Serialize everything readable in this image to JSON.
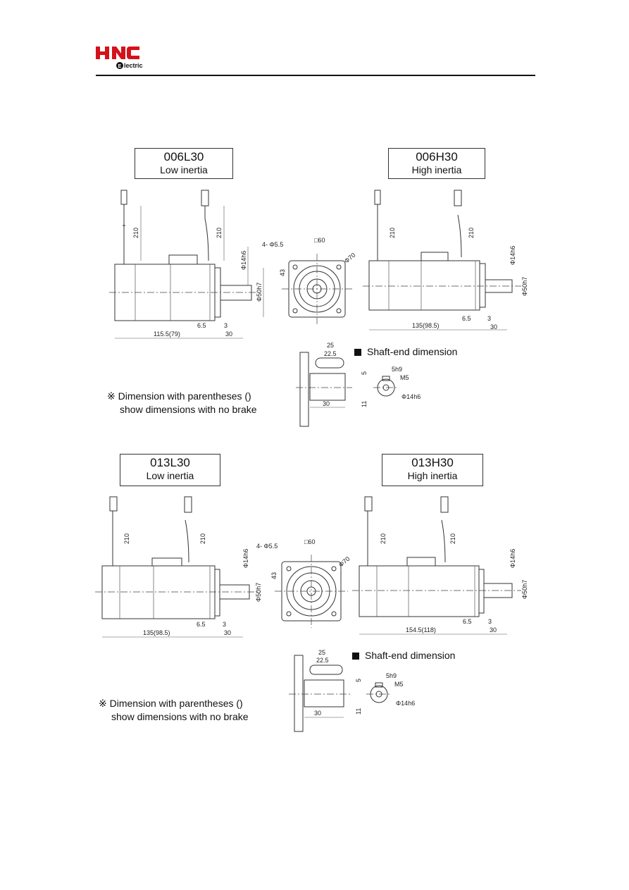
{
  "brand": {
    "name": "HNC",
    "sub": "Electric",
    "colors": {
      "red": "#d4121a",
      "dark": "#111111"
    }
  },
  "sections": [
    {
      "left_model": {
        "code": "006L30",
        "kind": "Low inertia"
      },
      "right_model": {
        "code": "006H30",
        "kind": "High inertia"
      },
      "left_dims": {
        "cable": "210",
        "shaft_d": "Φ14h6",
        "flange_d": "Φ50h7",
        "length": "115.5(79)",
        "step": "6.5",
        "gap": "3",
        "shaft_len": "30"
      },
      "right_dims": {
        "cable": "210",
        "shaft_d": "Φ14h6",
        "flange_d": "Φ50h7",
        "length": "135(98.5)",
        "step": "6.5",
        "gap": "3",
        "shaft_len": "30"
      },
      "flange": {
        "holes": "4- Φ5.5",
        "square": "□60",
        "pcd": "Φ70",
        "height": "43"
      },
      "shaft_end": {
        "title": "Shaft-end dimension",
        "key_len": "25",
        "key_len2": "22.5",
        "key_w": "5",
        "key_tol": "5h9",
        "thread": "M5",
        "shaft_d": "Φ14h6",
        "depth": "11",
        "shaft_len": "30"
      },
      "note": {
        "mark": "※",
        "line1": "Dimension with parentheses ()",
        "line2": "show dimensions with no brake"
      }
    },
    {
      "left_model": {
        "code": "013L30",
        "kind": "Low inertia"
      },
      "right_model": {
        "code": "013H30",
        "kind": "High inertia"
      },
      "left_dims": {
        "cable": "210",
        "shaft_d": "Φ14h6",
        "flange_d": "Φ50h7",
        "length": "135(98.5)",
        "step": "6.5",
        "gap": "3",
        "shaft_len": "30"
      },
      "right_dims": {
        "cable": "210",
        "shaft_d": "Φ14h6",
        "flange_d": "Φ50h7",
        "length": "154.5(118)",
        "step": "6.5",
        "gap": "3",
        "shaft_len": "30"
      },
      "flange": {
        "holes": "4- Φ5.5",
        "square": "□60",
        "pcd": "Φ70",
        "height": "43"
      },
      "shaft_end": {
        "title": "Shaft-end dimension",
        "key_len": "25",
        "key_len2": "22.5",
        "key_w": "5",
        "key_tol": "5h9",
        "thread": "M5",
        "shaft_d": "Φ14h6",
        "depth": "11",
        "shaft_len": "30"
      },
      "note": {
        "mark": "※",
        "line1": "Dimension with parentheses ()",
        "line2": "show dimensions with no brake"
      }
    }
  ]
}
